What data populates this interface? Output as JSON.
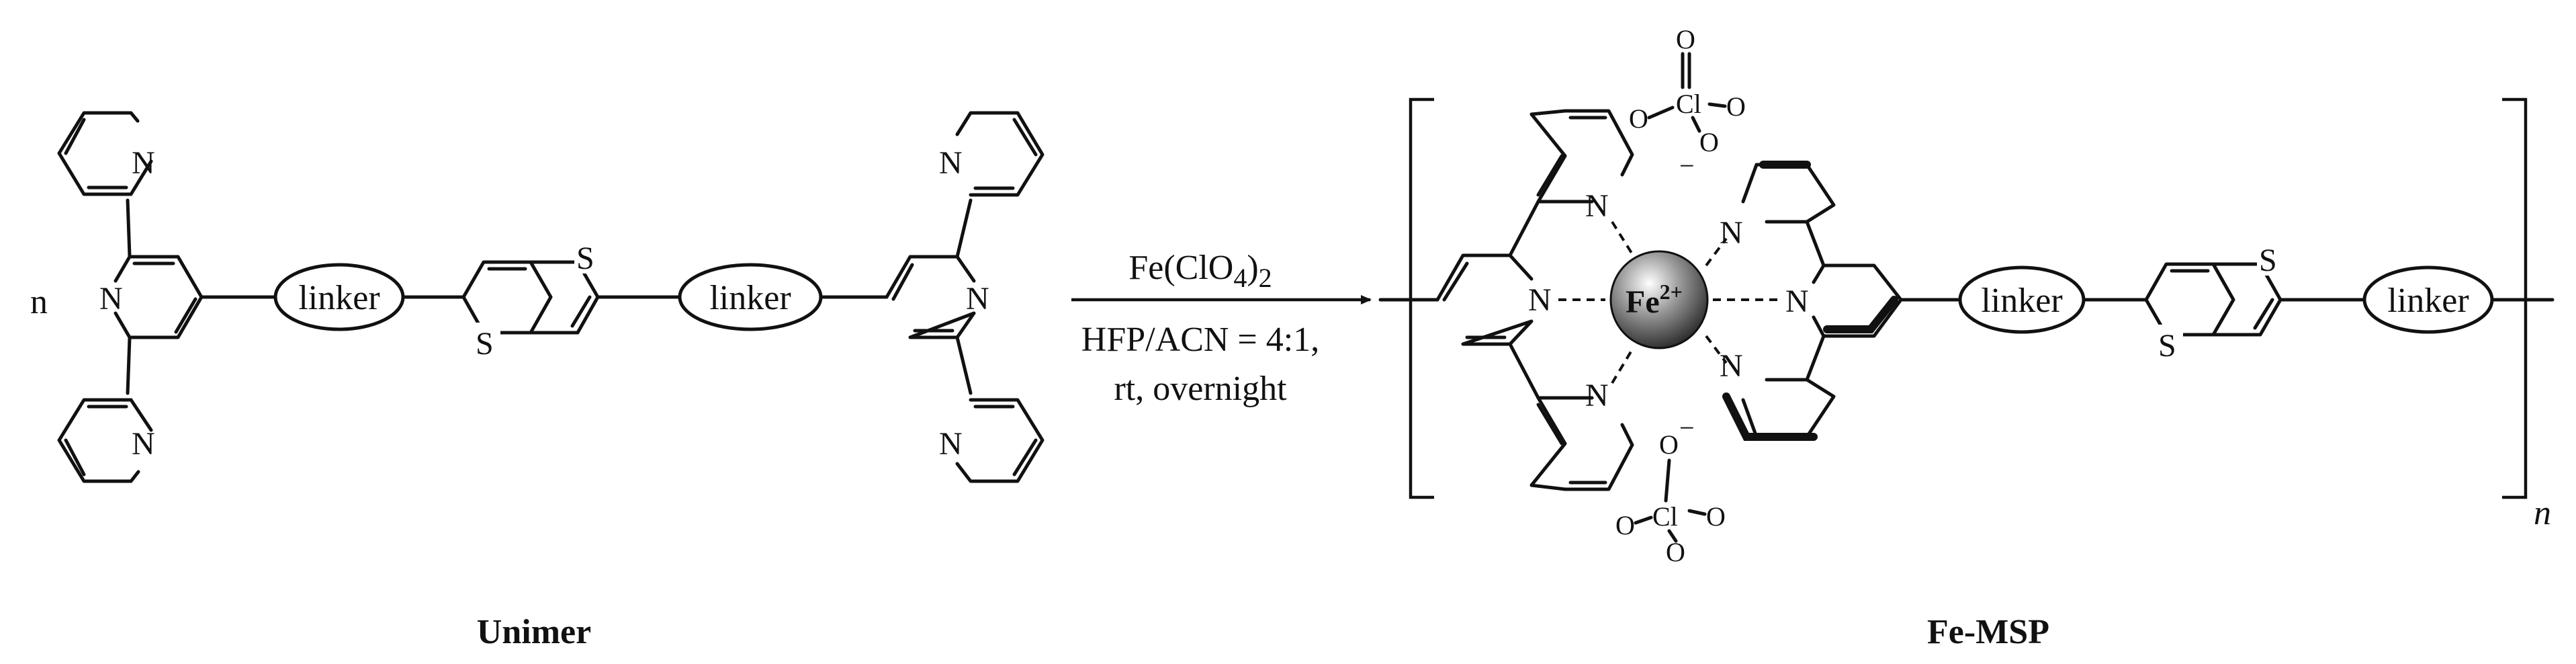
{
  "figure": {
    "n_coefficient": "n",
    "linker_label": "linker",
    "atom_N": "N",
    "atom_S": "S",
    "atom_O": "O",
    "atom_Cl": "Cl",
    "metal": {
      "symbol": "Fe",
      "charge": "2+"
    },
    "anion_charge": "−",
    "reagent": {
      "prefix": "Fe(ClO",
      "sub4": "4",
      "close": ")",
      "sub2": "2"
    },
    "conditions_line1": "HFP/ACN = 4:1,",
    "conditions_line2": "rt, overnight",
    "repeat_subscript": "n",
    "left_caption": "Unimer",
    "right_caption": "Fe-MSP"
  }
}
